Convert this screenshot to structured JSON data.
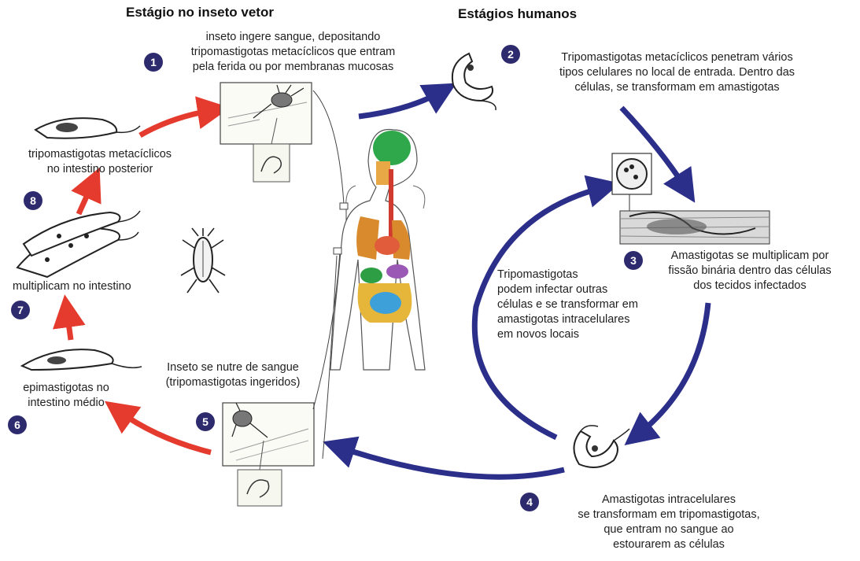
{
  "headings": {
    "vector": "Estágio no inseto vetor",
    "human": "Estágios humanos"
  },
  "steps": [
    {
      "number": "1",
      "lines": [
        "inseto ingere sangue, depositando",
        "tripomastigotas metacíclicos que entram",
        "pela ferida ou por membranas mucosas"
      ]
    },
    {
      "number": "2",
      "lines": [
        "Tripomastigotas metacíclicos penetram vários",
        "tipos celulares no local de entrada. Dentro das",
        "células, se transformam em amastigotas"
      ]
    },
    {
      "number": "3",
      "lines": [
        "Amastigotas se multiplicam por",
        "fissão binária dentro das células",
        "dos tecidos infectados"
      ]
    },
    {
      "number": "4",
      "lines": [
        "Amastigotas intracelulares",
        "se transformam em tripomastigotas,",
        "que entram no sangue ao",
        "estourarem as células"
      ]
    },
    {
      "number": "5",
      "lines": [
        "Inseto se nutre de sangue",
        "(tripomastigotas ingeridos)"
      ]
    },
    {
      "number": "6",
      "lines": [
        "epimastigotas no",
        "intestino médio"
      ]
    },
    {
      "number": "7",
      "lines": [
        "multiplicam no intestino"
      ]
    },
    {
      "number": "8",
      "lines": [
        "tripomastigotas metacíclicos",
        "no intestino posterior"
      ]
    }
  ],
  "center_note": [
    "Tripomastigotas",
    "podem infectar outras",
    "células e se transformar em",
    "amastigotas intracelulares",
    "em novos locais"
  ],
  "colors": {
    "human_arrow": "#2b2f8a",
    "vector_arrow": "#e53b2f",
    "badge": "#2e2a6e"
  }
}
